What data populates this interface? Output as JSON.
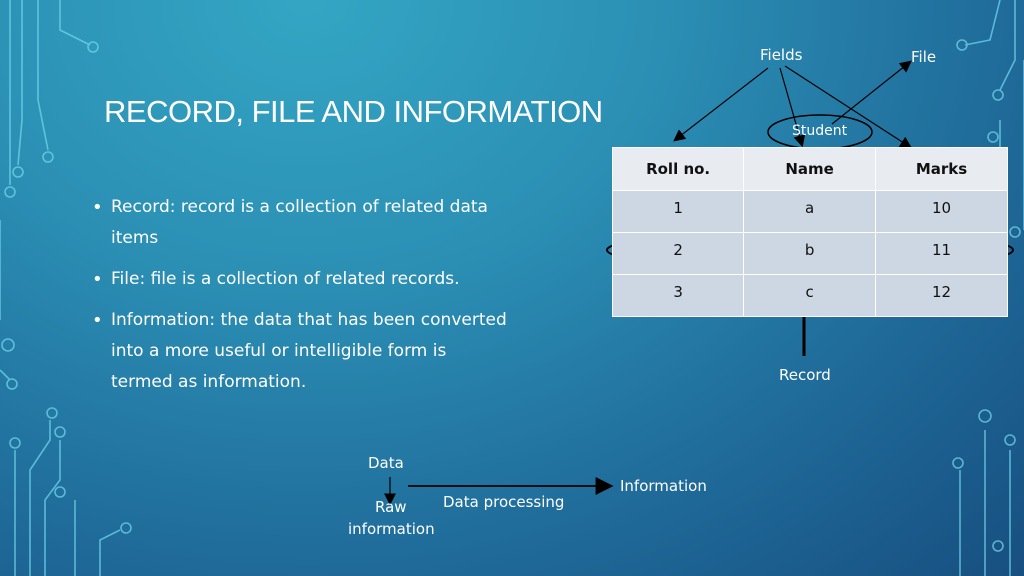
{
  "slide": {
    "title": "RECORD, FILE AND INFORMATION",
    "bullets": [
      "Record: record is a collection of related data items",
      "File: file is a collection of related records.",
      "Information: the data that has been converted into a more useful or intelligible form is termed as information."
    ]
  },
  "diagram": {
    "fields_label": "Fields",
    "file_label": "File",
    "student_label": "Student",
    "record_label": "Record",
    "data_label": "Data",
    "raw_line1": "Raw",
    "raw_line2": "information",
    "processing_label": "Data processing",
    "information_label": "Information"
  },
  "table": {
    "headers": [
      "Roll no.",
      "Name",
      "Marks"
    ],
    "rows": [
      [
        "1",
        "a",
        "10"
      ],
      [
        "2",
        "b",
        "11"
      ],
      [
        "3",
        "c",
        "12"
      ]
    ]
  },
  "colors": {
    "text": "#ffffff",
    "header_cell": "#e8ecf1",
    "body_cell": "#cdd7e3",
    "arrow": "#000000"
  }
}
